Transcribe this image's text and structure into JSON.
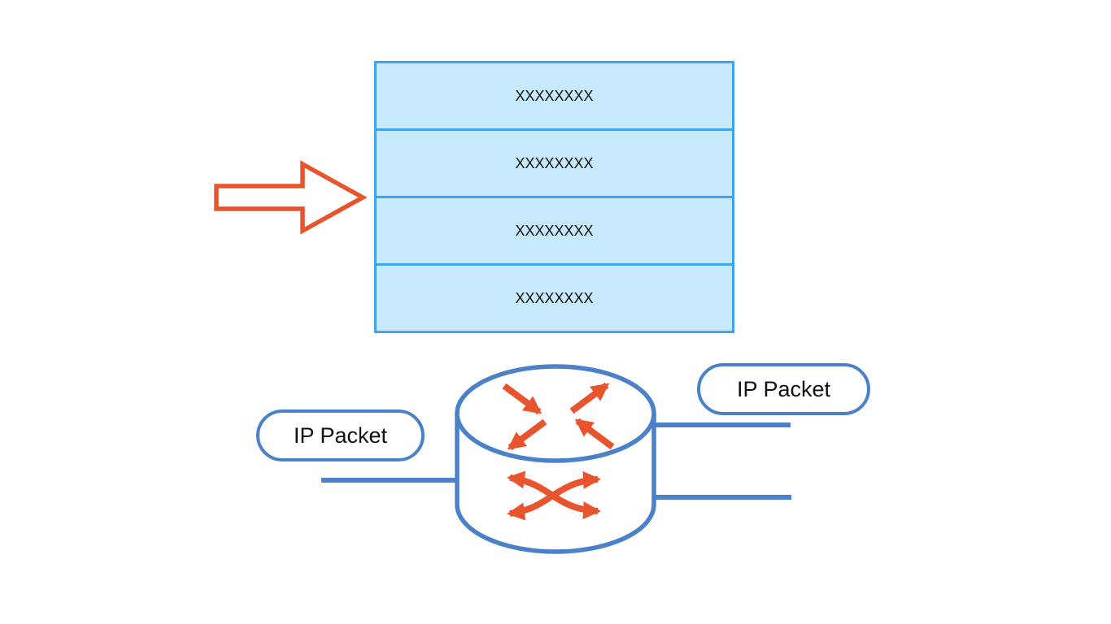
{
  "colors": {
    "table_border": "#3fa3f1",
    "table_fill": "#c6eafc",
    "orange": "#e8542e",
    "blue": "#4a81c9",
    "text": "#111111"
  },
  "table": {
    "rows": [
      "XXXXXXXX",
      "XXXXXXXX",
      "XXXXXXXX",
      "XXXXXXXX"
    ]
  },
  "labels": {
    "packet_in": "IP Packet",
    "packet_out": "IP Packet"
  },
  "icons": {
    "arrow": "right-arrow-icon",
    "router": "router-icon"
  }
}
